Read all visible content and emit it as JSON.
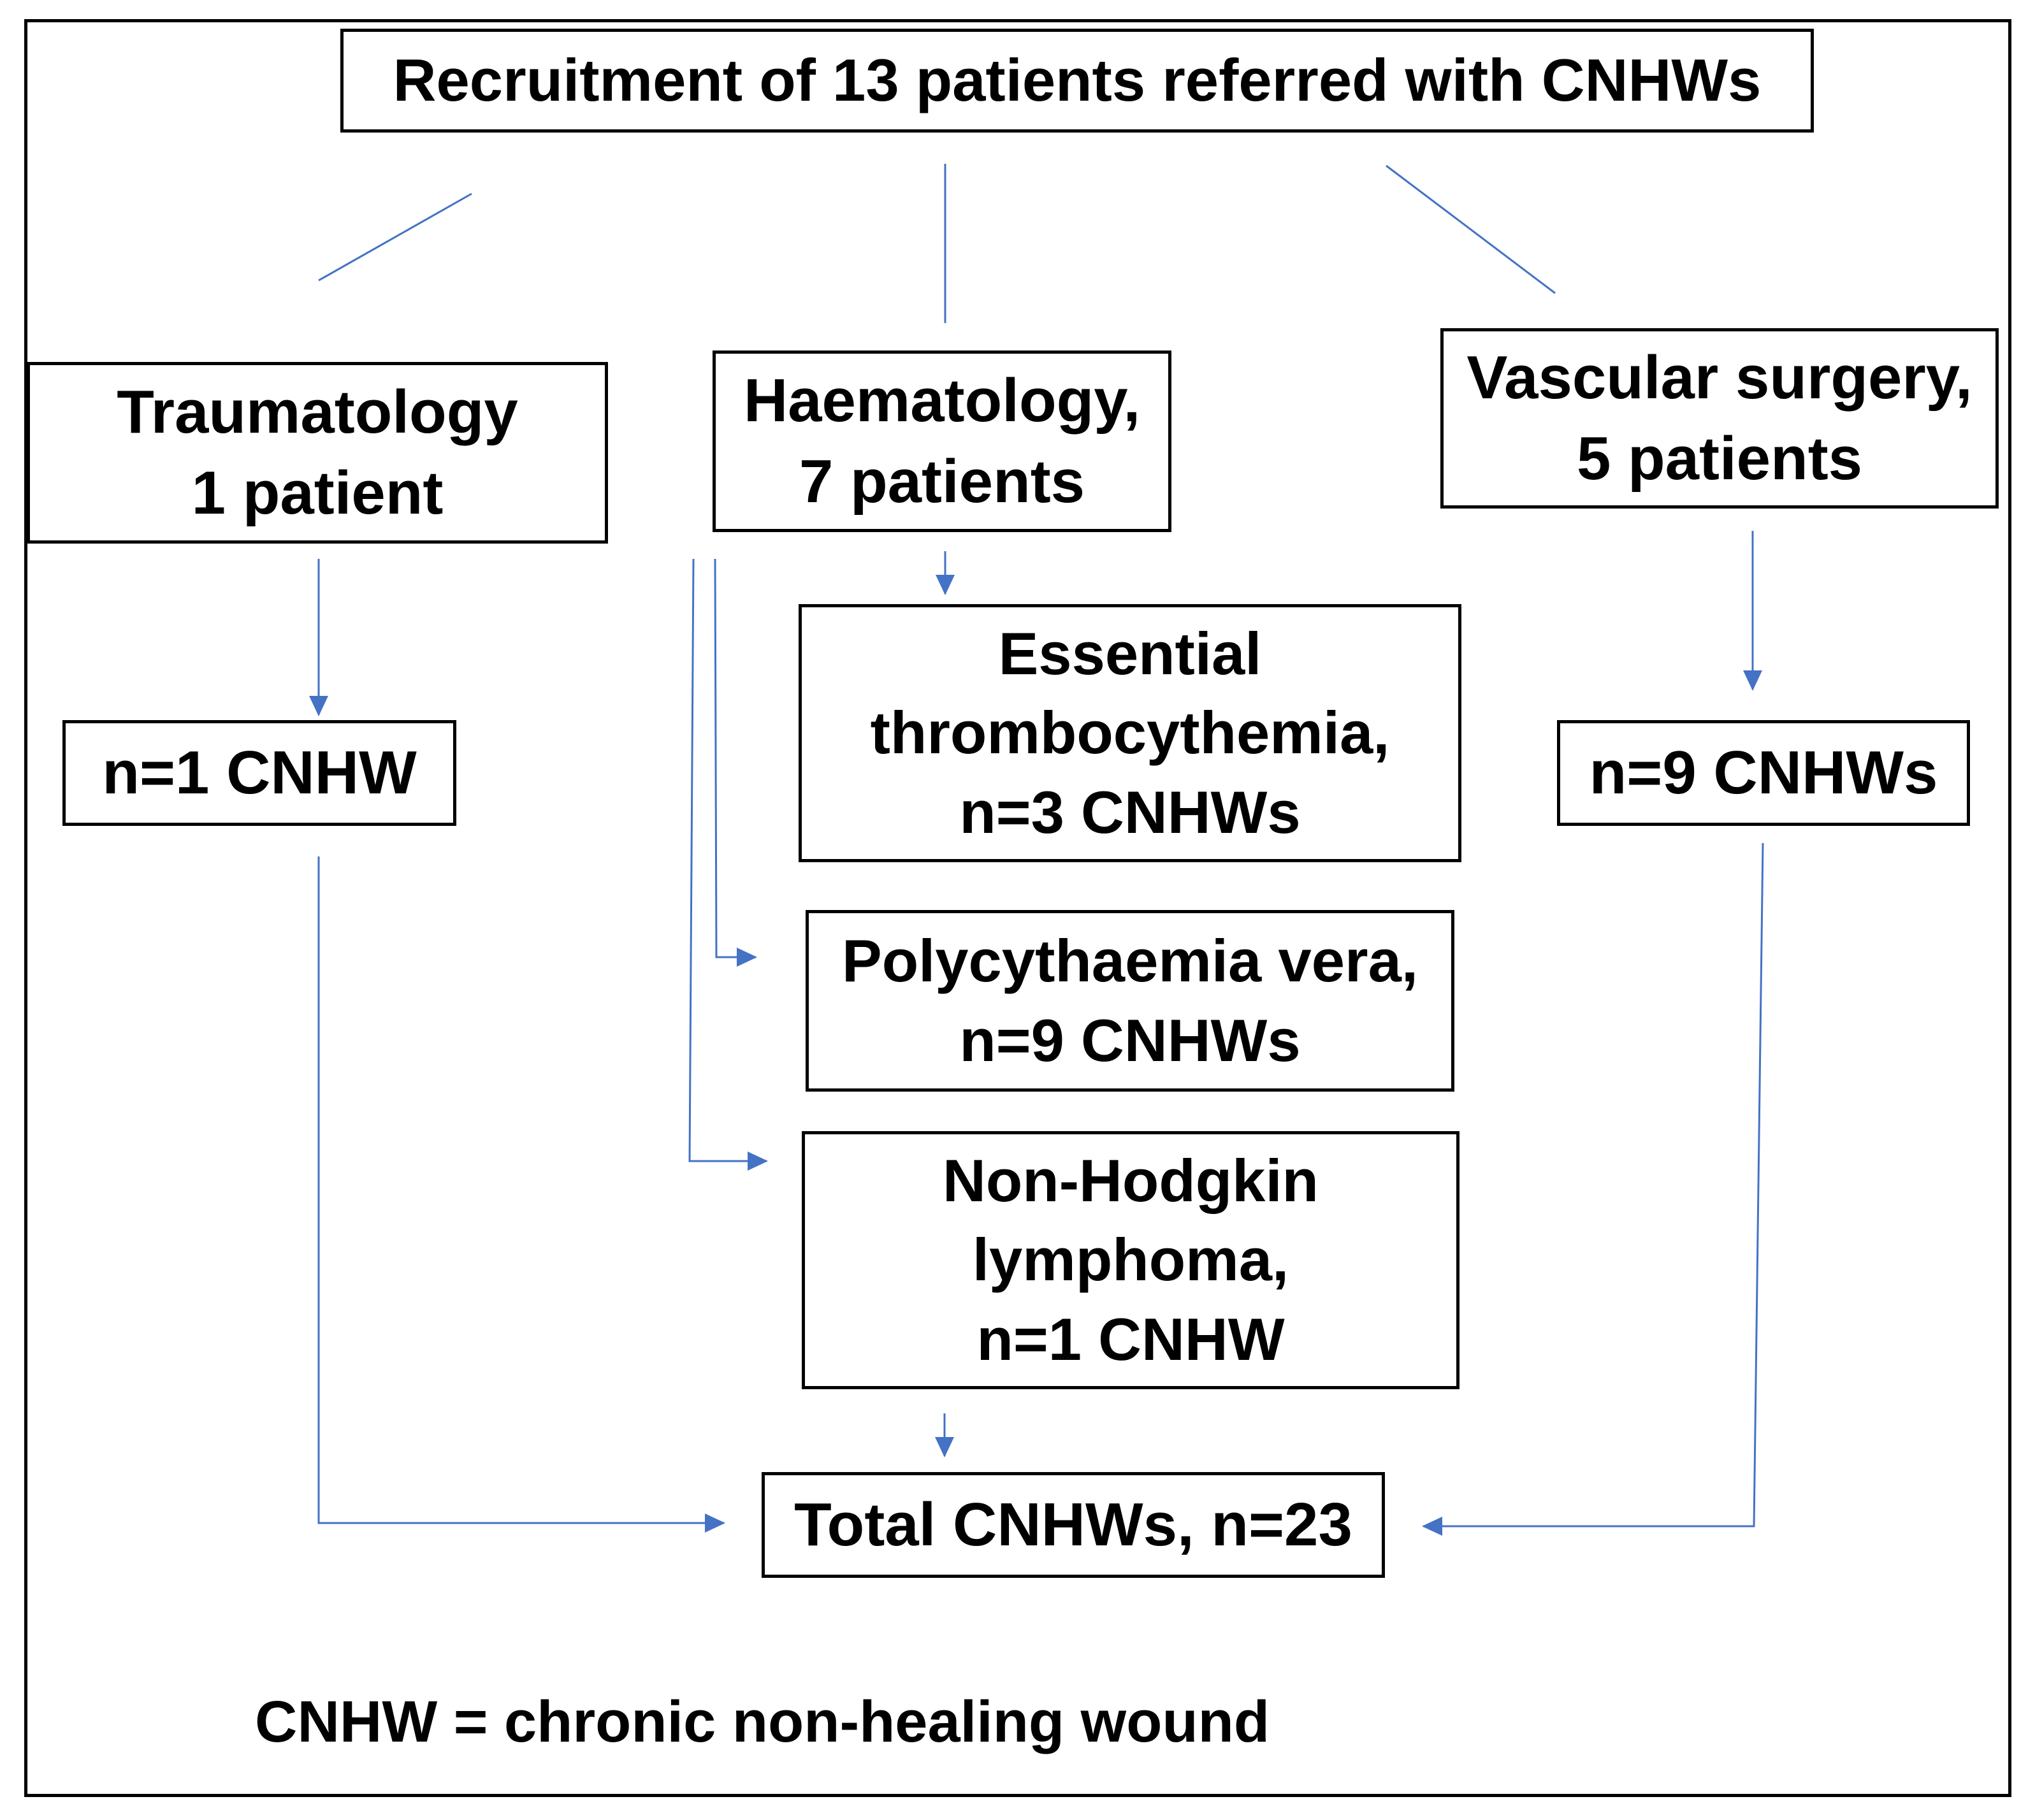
{
  "diagram": {
    "nodes": {
      "recruitment": {
        "lines": [
          "Recruitment of 13 patients referred with CNHWs"
        ]
      },
      "traumatology": {
        "lines": [
          "Traumatology",
          "1 patient"
        ]
      },
      "haematology": {
        "lines": [
          "Haematology,",
          "7 patients"
        ]
      },
      "vascular": {
        "lines": [
          "Vascular surgery,",
          "5 patients"
        ]
      },
      "trauma_wounds": {
        "lines": [
          "n=1 CNHW"
        ]
      },
      "essential_thrombocythemia": {
        "lines": [
          "Essential",
          "thrombocythemia,",
          "n=3 CNHWs"
        ]
      },
      "polycythaemia_vera": {
        "lines": [
          "Polycythaemia vera,",
          "n=9 CNHWs"
        ]
      },
      "non_hodgkin_lymphoma": {
        "lines": [
          "Non-Hodgkin",
          "lymphoma,",
          "n=1 CNHW"
        ]
      },
      "vascular_wounds": {
        "lines": [
          "n=9 CNHWs"
        ]
      },
      "total": {
        "lines": [
          "Total CNHWs, n=23"
        ]
      }
    },
    "edges": [
      {
        "from": "recruitment",
        "to": "traumatology",
        "arrow": false
      },
      {
        "from": "recruitment",
        "to": "haematology",
        "arrow": false
      },
      {
        "from": "recruitment",
        "to": "vascular",
        "arrow": false
      },
      {
        "from": "traumatology",
        "to": "trauma_wounds",
        "arrow": true
      },
      {
        "from": "haematology",
        "to": "essential_thrombocythemia",
        "arrow": true
      },
      {
        "from": "haematology",
        "to": "polycythaemia_vera",
        "arrow": true
      },
      {
        "from": "haematology",
        "to": "non_hodgkin_lymphoma",
        "arrow": true
      },
      {
        "from": "vascular",
        "to": "vascular_wounds",
        "arrow": true
      },
      {
        "from": "trauma_wounds",
        "to": "total",
        "arrow": true
      },
      {
        "from": "non_hodgkin_lymphoma",
        "to": "total",
        "arrow": true
      },
      {
        "from": "vascular_wounds",
        "to": "total",
        "arrow": true
      }
    ],
    "footnote": "CNHW = chronic non-healing wound",
    "colors": {
      "connector": "#4472C4",
      "border": "#000000",
      "text": "#000000"
    }
  }
}
